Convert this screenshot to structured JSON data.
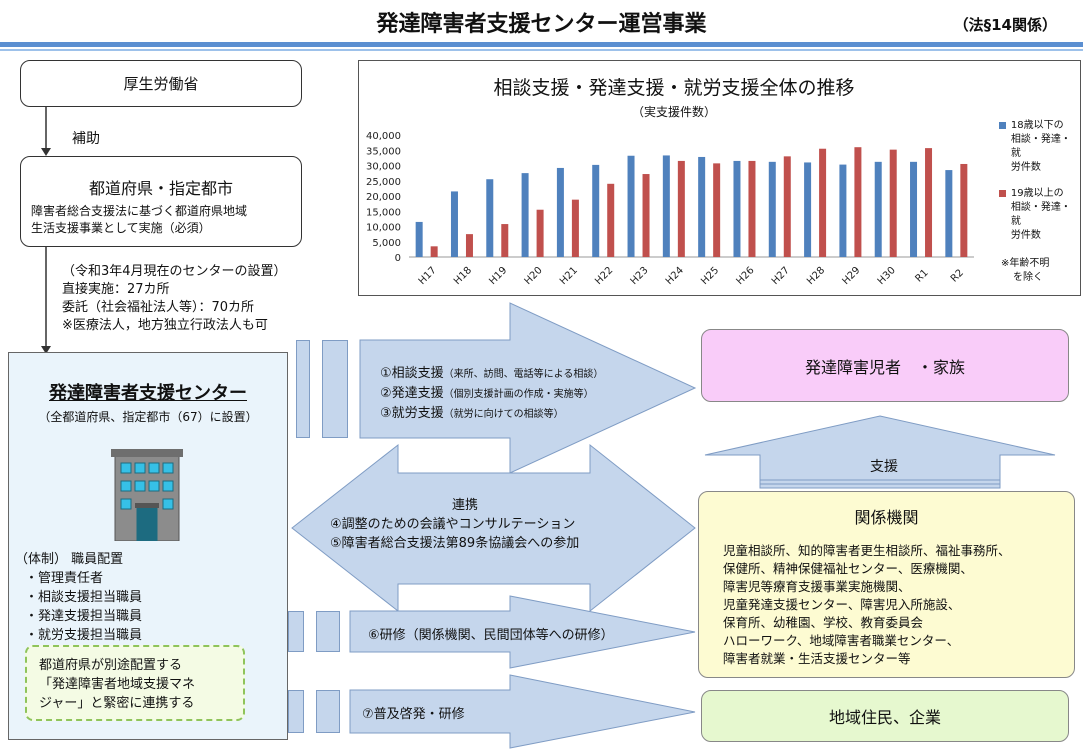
{
  "header": {
    "title": "発達障害者支援センター運営事業",
    "law": "（法§14関係）"
  },
  "left": {
    "ministry": "厚生労働省",
    "subsidy": "補助",
    "prefecture_title": "都道府県・指定都市",
    "prefecture_desc_1": "障害者総合支援法に基づく都道府県地域",
    "prefecture_desc_2": "生活支援事業として実施（必須）",
    "setup_1": "（令和3年4月現在のセンターの設置）",
    "setup_2": "直接実施：27カ所",
    "setup_3": "委託（社会福祉法人等）：70カ所",
    "setup_4": "※医療法人，地方独立行政法人も可",
    "center_title": "発達障害者支援センター",
    "center_sub": "（全都道府県、指定都市（67）に設置）",
    "staff_header": "（体制）  職員配置",
    "staff": [
      "・管理責任者",
      "・相談支援担当職員",
      "・発達支援担当職員",
      "・就労支援担当職員"
    ],
    "manager_note_1": "都道府県が別途配置する",
    "manager_note_2": "「発達障害者地域支援マネ",
    "manager_note_3": "ジャー」と緊密に連携する"
  },
  "arrows": {
    "support_1": "①相談支援",
    "support_1_note": "（来所、訪問、電話等による相談）",
    "support_2": "②発達支援",
    "support_2_note": "（個別支援計画の作成・実施等）",
    "support_3": "③就労支援",
    "support_3_note": "（就労に向けての相談等）",
    "coop_title": "連携",
    "coop_1": "④調整のための会議やコンサルテーション",
    "coop_2": "⑤障害者総合支援法第89条協議会への参加",
    "training": "⑥研修（関係機関、民間団体等への研修）",
    "awareness": "⑦普及啓発・研修",
    "support_up": "支援"
  },
  "right": {
    "family": "発達障害児者　・家族",
    "agencies_title": "関係機関",
    "agencies": [
      "児童相談所、知的障害者更生相談所、福祉事務所、",
      "保健所、精神保健福祉センター、医療機関、",
      "障害児等療育支援事業実施機関、",
      "児童発達支援センター、障害児入所施設、",
      "保育所、幼稚園、学校、教育委員会",
      "ハローワーク、地域障害者職業センター、",
      "障害者就業・生活支援センター等"
    ],
    "residents": "地域住民、企業"
  },
  "colors": {
    "blue_series": "#4f81bd",
    "red_series": "#c0504d",
    "arrow_fill": "#c5d6ec",
    "family_fill": "#f9ccf9",
    "agency_fill": "#fdfbd2",
    "resident_fill": "#e6f8cf",
    "center_fill": "#eaf4fb"
  },
  "chart_data": {
    "type": "bar",
    "title": "相談支援・発達支援・就労支援全体の推移",
    "subtitle": "（実支援件数）",
    "categories": [
      "H17",
      "H18",
      "H19",
      "H20",
      "H21",
      "H22",
      "H23",
      "H24",
      "H25",
      "H26",
      "H27",
      "H28",
      "H29",
      "H30",
      "R1",
      "R2"
    ],
    "series": [
      {
        "name": "18歳以下の相談・発達・就労件数",
        "color": "#4f81bd",
        "values": [
          11500,
          21500,
          25500,
          27500,
          29200,
          30200,
          33200,
          33300,
          32800,
          31500,
          31200,
          31000,
          30300,
          31200,
          31200,
          28500
        ]
      },
      {
        "name": "19歳以上の相談・発達・就労件数",
        "color": "#c0504d",
        "values": [
          3500,
          7500,
          10800,
          15500,
          18800,
          24000,
          27200,
          31500,
          30700,
          31500,
          33000,
          35500,
          36000,
          35200,
          35700,
          30500
        ]
      }
    ],
    "legend_lines": [
      [
        "18歳以下の",
        "相談・発達・就",
        "労件数"
      ],
      [
        "19歳以上の",
        "相談・発達・就",
        "労件数"
      ]
    ],
    "note_lines": [
      "※年齢不明",
      "を除く"
    ],
    "yticks": [
      "40,000",
      "35,000",
      "30,000",
      "25,000",
      "20,000",
      "15,000",
      "10,000",
      "5,000",
      "0"
    ],
    "ylim": [
      0,
      40000
    ],
    "legend": "right"
  }
}
